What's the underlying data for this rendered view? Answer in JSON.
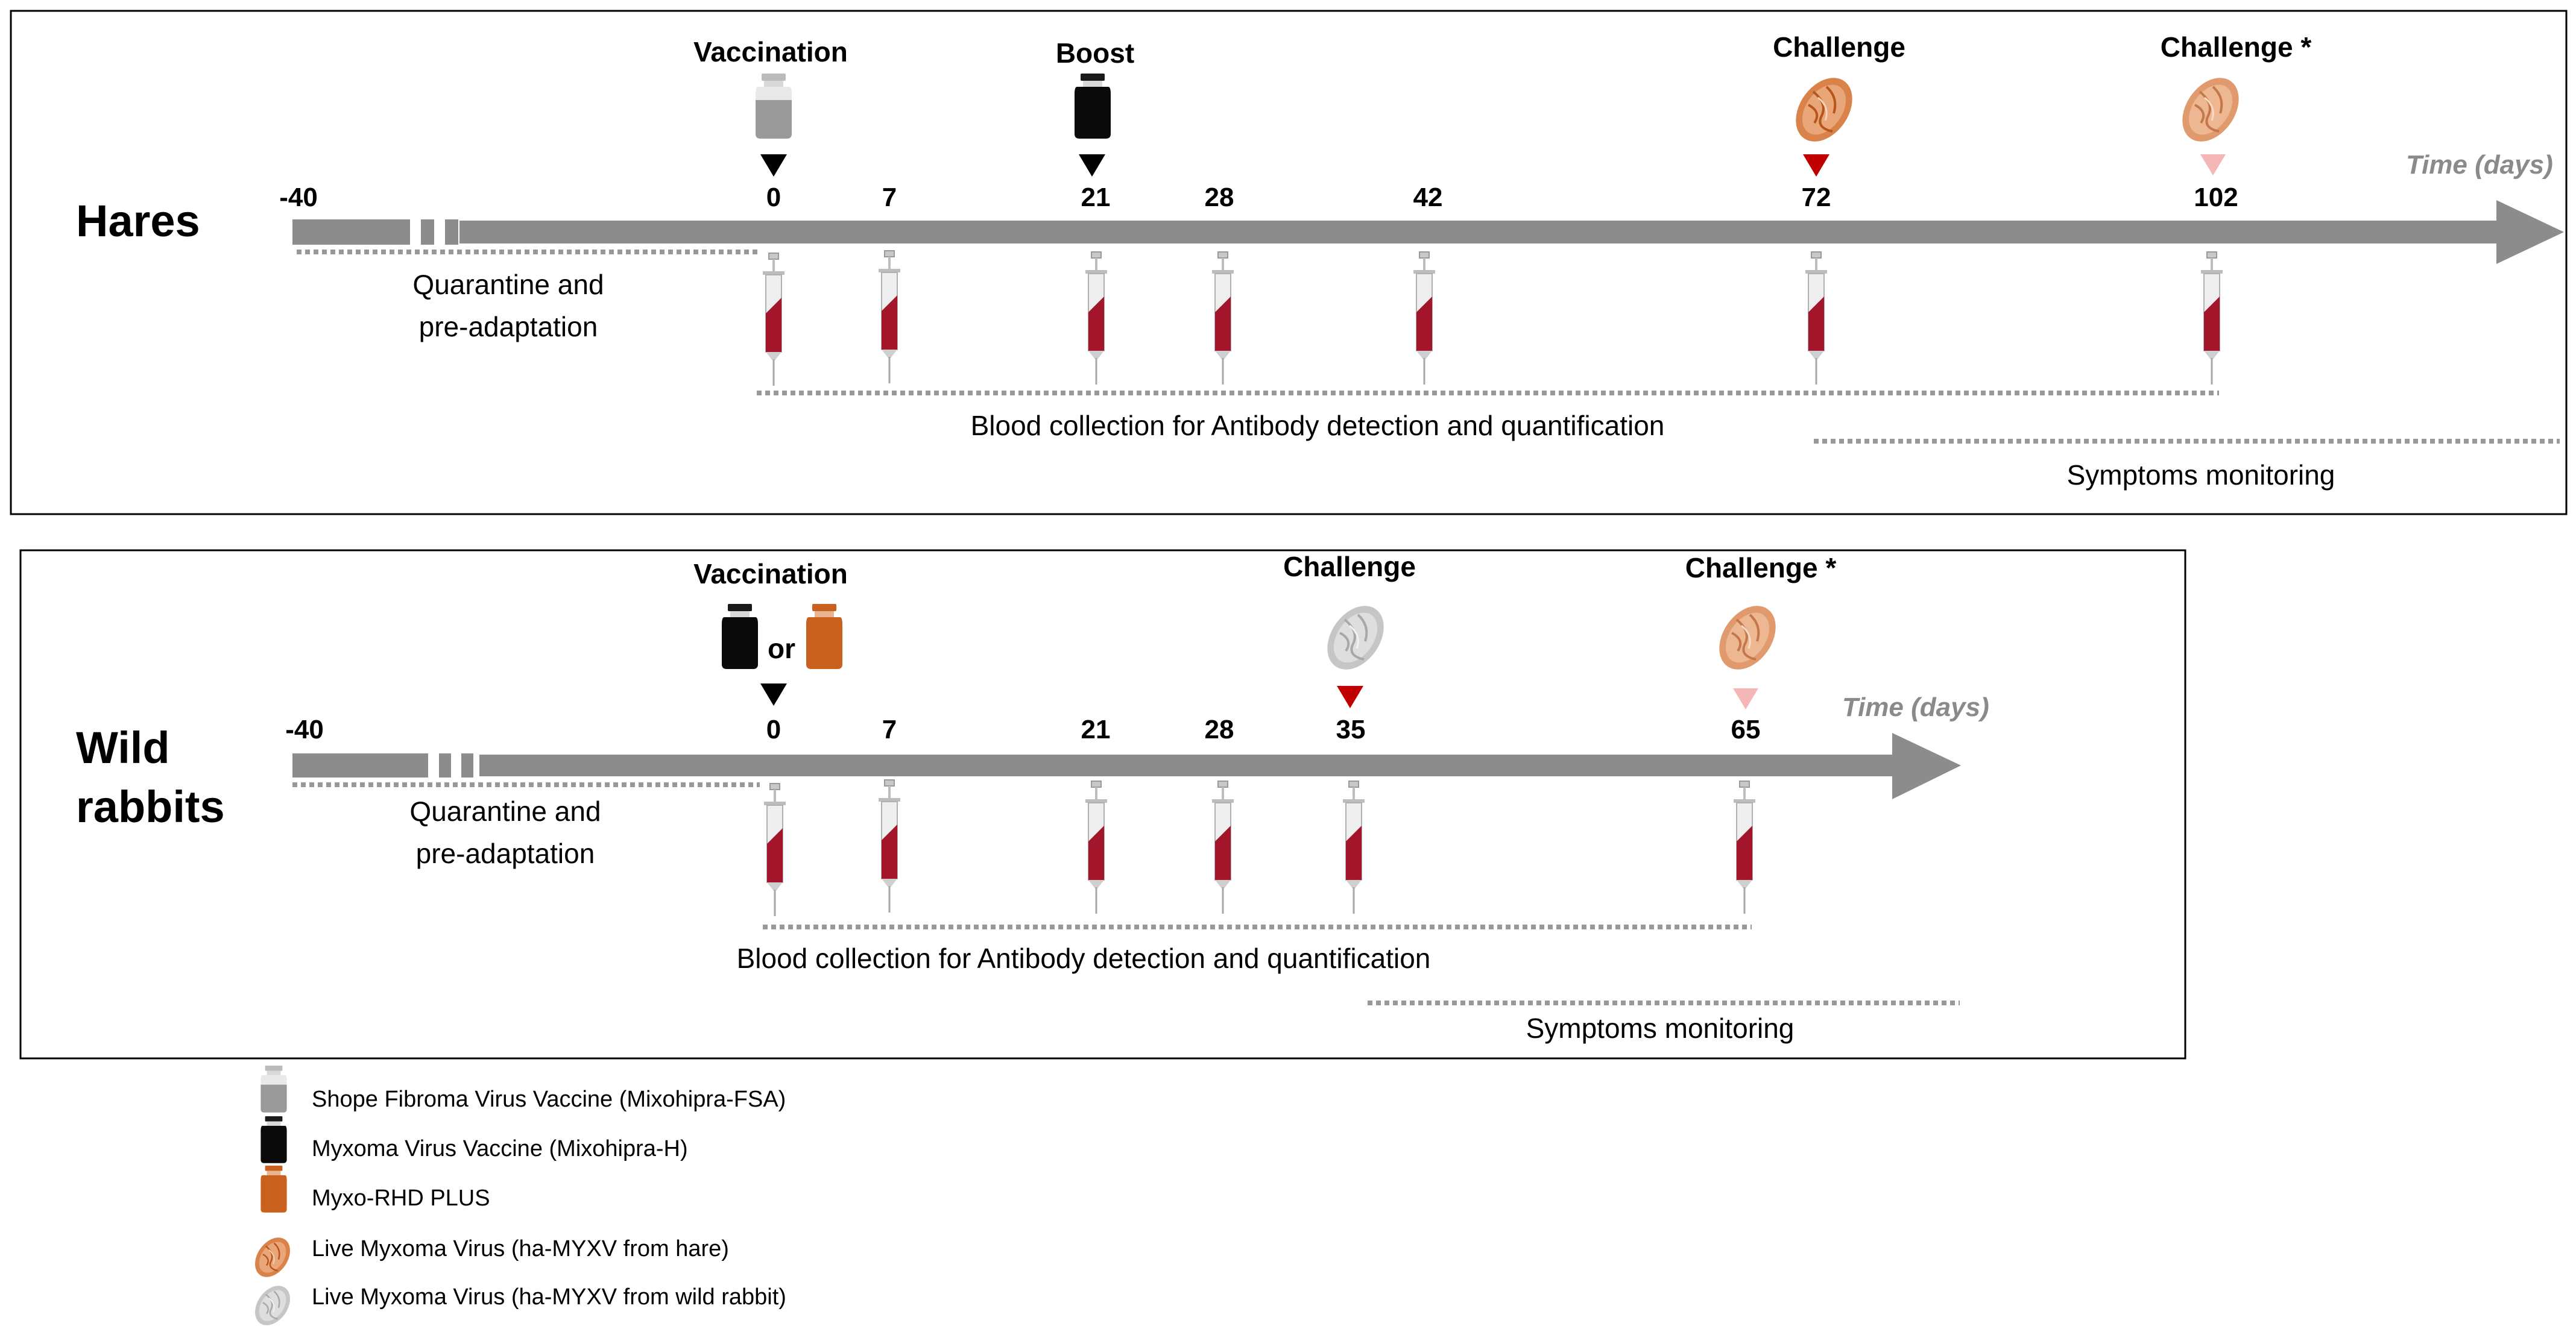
{
  "panels": {
    "hares": {
      "label": "Hares",
      "time_label": "Time (days)",
      "ticks": [
        "-40",
        "0",
        "7",
        "21",
        "28",
        "42",
        "72",
        "102"
      ],
      "events": {
        "vaccination": "Vaccination",
        "boost": "Boost",
        "challenge": "Challenge",
        "challenge_star": "Challenge *"
      },
      "quarantine_line1": "Quarantine  and",
      "quarantine_line2": "pre-adaptation",
      "blood_collection": "Blood collection for Antibody detection and quantification",
      "symptoms": "Symptoms monitoring"
    },
    "rabbits": {
      "label_line1": "Wild",
      "label_line2": "rabbits",
      "time_label": "Time (days)",
      "ticks": [
        "-40",
        "0",
        "7",
        "21",
        "28",
        "35",
        "65"
      ],
      "events": {
        "vaccination": "Vaccination",
        "or": "or",
        "challenge": "Challenge",
        "challenge_star": "Challenge *"
      },
      "quarantine_line1": "Quarantine  and",
      "quarantine_line2": "pre-adaptation",
      "blood_collection": "Blood collection for Antibody detection and quantification",
      "symptoms": "Symptoms monitoring"
    }
  },
  "legend": [
    {
      "icon": "gray-vial-icon",
      "text": "Shope Fibroma Virus Vaccine (Mixohipra-FSA)"
    },
    {
      "icon": "black-vial-icon",
      "text": "Myxoma Virus Vaccine (Mixohipra-H)"
    },
    {
      "icon": "orange-vial-icon",
      "text": "Myxo-RHD PLUS"
    },
    {
      "icon": "orange-virus-icon",
      "text": "Live Myxoma Virus (ha-MYXV from hare)"
    },
    {
      "icon": "gray-virus-icon",
      "text": "Live Myxoma Virus (ha-MYXV from wild rabbit)"
    }
  ],
  "colors": {
    "axis": "#8c8c8c",
    "blood": "#a3152a",
    "gray_vial": "#9a9a9a",
    "black_vial": "#0a0a0a",
    "orange_vial": "#c8611e",
    "orange_virus": "#d9824a",
    "gray_virus": "#cfcfcf",
    "challenge_marker": "#c00000",
    "challenge_marker_light": "#f4b6b6"
  }
}
